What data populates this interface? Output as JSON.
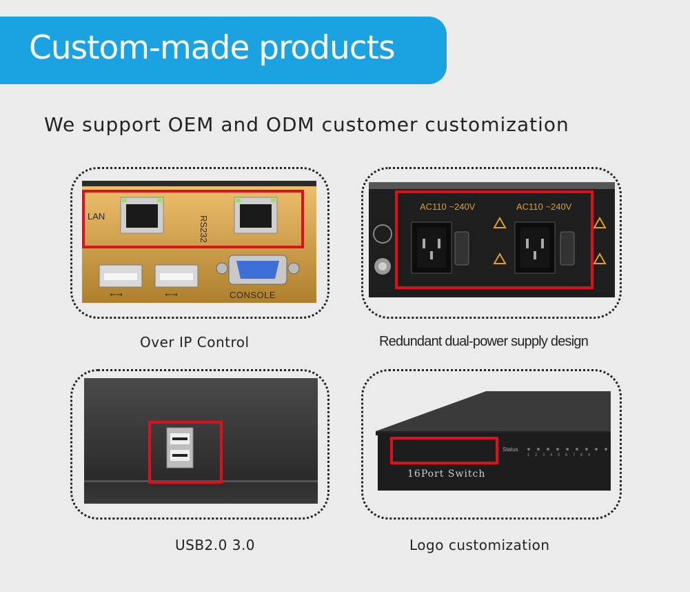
{
  "banner": {
    "title": "Custom-made products"
  },
  "subtitle": "We support OEM and ODM customer customization",
  "panels": [
    {
      "caption": "Over IP Control",
      "labels": {
        "lan": "LAN",
        "rs232": "RS232",
        "console": "CONSOLE"
      }
    },
    {
      "caption": "Redundant dual-power supply design",
      "labels": {
        "ac_left": "AC110 ~240V",
        "ac_right": "AC110 ~240V"
      }
    },
    {
      "caption": "USB2.0 3.0"
    },
    {
      "caption": "Logo customization",
      "labels": {
        "status": "Status",
        "port_numbers": "1 2 3 4 5 6 7 8 9",
        "model": "16Port Switch"
      }
    }
  ],
  "colors": {
    "banner": "#1aa3e0",
    "highlight": "#e0101a",
    "panel_board": "#e8a93a"
  }
}
